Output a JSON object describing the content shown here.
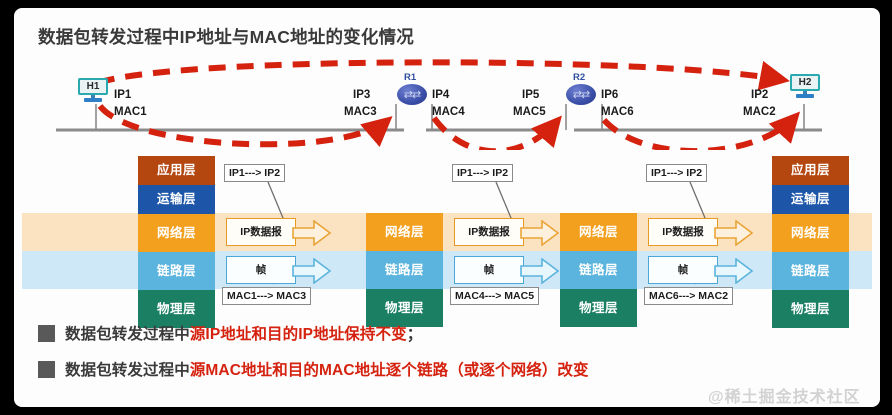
{
  "title": "数据包转发过程中IP地址与MAC地址的变化情况",
  "topology": {
    "nodes": [
      {
        "id": "H1",
        "kind": "host",
        "name": "H1",
        "ip": "IP1",
        "mac": "MAC1"
      },
      {
        "id": "R1",
        "kind": "router",
        "name": "R1",
        "left_ip": "IP3",
        "left_mac": "MAC3",
        "right_ip": "IP4",
        "right_mac": "MAC4"
      },
      {
        "id": "R2",
        "kind": "router",
        "name": "R2",
        "left_ip": "IP5",
        "left_mac": "MAC5",
        "right_ip": "IP6",
        "right_mac": "MAC6"
      },
      {
        "id": "H2",
        "kind": "host",
        "name": "H2",
        "ip": "IP2",
        "mac": "MAC2"
      }
    ],
    "path_style": "red dashed arrows"
  },
  "layer_names": {
    "app": "应用层",
    "transport": "运输层",
    "network": "网络层",
    "link": "链路层",
    "physical": "物理层"
  },
  "stacks": [
    {
      "name": "H1",
      "full": true
    },
    {
      "name": "R1",
      "full": false
    },
    {
      "name": "R2",
      "full": false
    },
    {
      "name": "H2",
      "full": true
    }
  ],
  "hops": [
    {
      "ip_packet": "IP数据报",
      "frame": "帧",
      "ip_note": "IP1---> IP2",
      "mac_note": "MAC1---> MAC3"
    },
    {
      "ip_packet": "IP数据报",
      "frame": "帧",
      "ip_note": "IP1---> IP2",
      "mac_note": "MAC4---> MAC5"
    },
    {
      "ip_packet": "IP数据报",
      "frame": "帧",
      "ip_note": "IP1---> IP2",
      "mac_note": "MAC6---> MAC2"
    }
  ],
  "bullets": [
    {
      "prefix": "数据包转发过程中",
      "highlight": "源IP地址和目的IP地址保持不变",
      "suffix": "；"
    },
    {
      "prefix": "数据包转发过程中",
      "highlight": "源MAC地址和目的MAC地址逐个链路（或逐个网络）改变",
      "suffix": ""
    }
  ],
  "watermark": "@稀土掘金技术社区",
  "colors": {
    "app": "#b4460f",
    "transport": "#1d56a8",
    "network": "#f2a01e",
    "link": "#5bb4dd",
    "physical": "#1a7f63",
    "path": "#d5220f",
    "highlight": "#d5220f"
  }
}
